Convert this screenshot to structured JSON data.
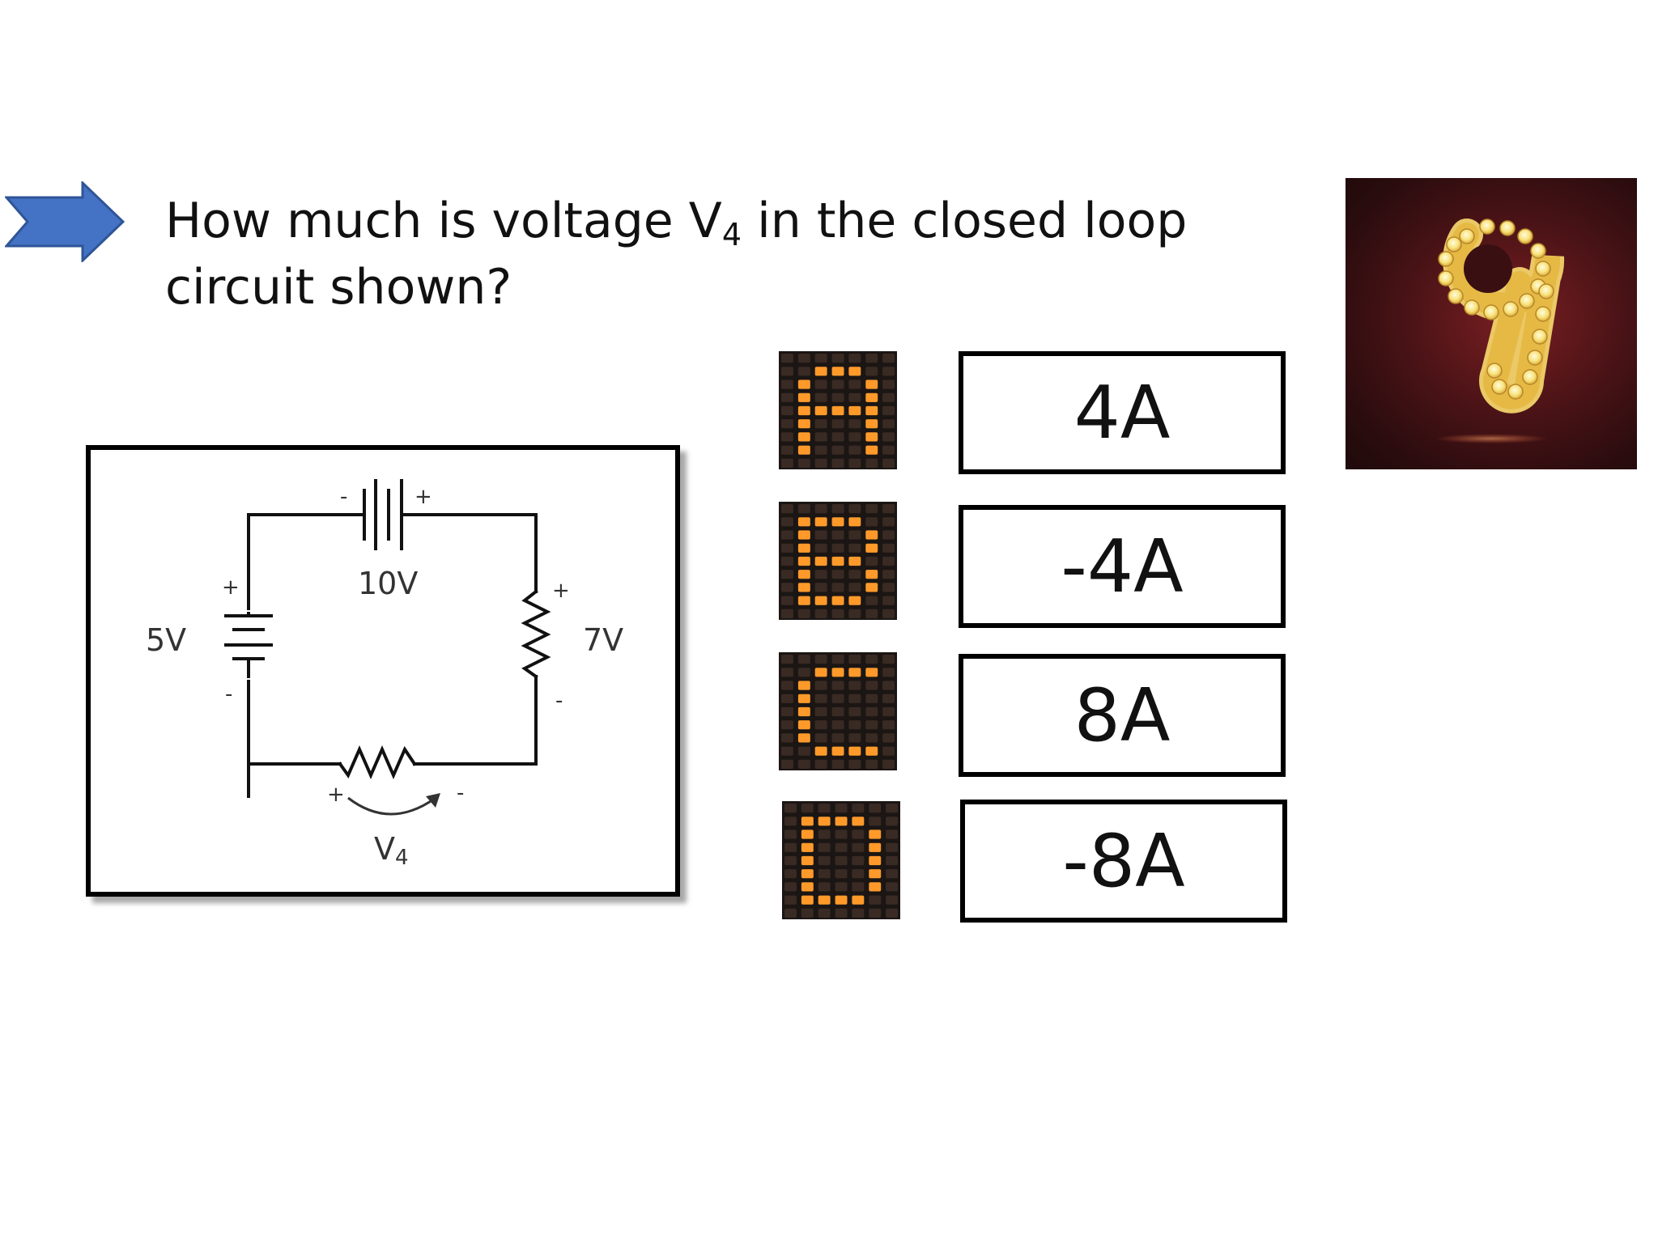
{
  "question": {
    "text_before": "How much is voltage V",
    "subscript": "4",
    "text_after": " in the closed loop circuit shown?"
  },
  "circuit": {
    "source_top_label": "10V",
    "source_left_label": "5V",
    "resistor_right_label": "7V",
    "resistor_bottom_label": "V",
    "resistor_bottom_subscript": "4",
    "plus_sign": "+",
    "minus_sign": "-"
  },
  "options": [
    {
      "letter": "A",
      "label": "4A"
    },
    {
      "letter": "B",
      "label": "-4A"
    },
    {
      "letter": "C",
      "label": "8A"
    },
    {
      "letter": "D",
      "label": "-8A"
    }
  ],
  "timer": {
    "digit": "9"
  },
  "colors": {
    "arrow_fill": "#4472c4",
    "arrow_stroke": "#2f5597",
    "led_on": "#ff9a2a",
    "led_off": "#3a2a24",
    "tile_bg": "#1b1614",
    "bulb": "#f8e27a"
  },
  "icons": {
    "arrow": "right-arrow-icon",
    "timer": "marquee-number-nine-icon"
  }
}
